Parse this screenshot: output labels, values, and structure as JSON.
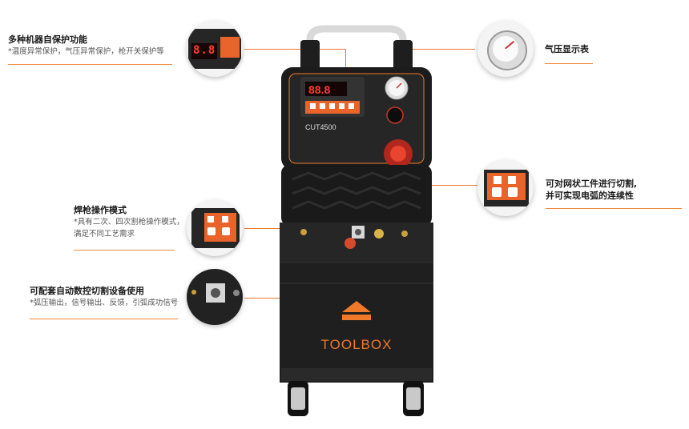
{
  "features": [
    {
      "id": "self-protect",
      "title": "多种机器自保护功能",
      "desc": [
        "*温度异常保护，气压异常保护，枪开关保护等"
      ]
    },
    {
      "id": "gauge",
      "title": "气压显示表",
      "desc": []
    },
    {
      "id": "mesh-cutting",
      "title": "可对网状工件进行切割,",
      "title2": "并可实现电弧的连续性",
      "desc": []
    },
    {
      "id": "torch-mode",
      "title": "焊枪操作模式",
      "desc": [
        "*具有二次、四次割枪操作模式，",
        "满足不同工艺需求"
      ]
    },
    {
      "id": "cnc",
      "title": "可配套自动数控切割设备使用",
      "desc": [
        "*弧压输出，信号输出、反馈，引弧成功信号"
      ]
    }
  ],
  "machine": {
    "model": "CUT4500",
    "brand": "TOOLBOX",
    "display_value": "88.8",
    "display_value_zoom": "8.8"
  },
  "colors": {
    "accent": "#ee7a2a",
    "body": "#1c1c1c",
    "lcd": "#ff3b2e"
  }
}
